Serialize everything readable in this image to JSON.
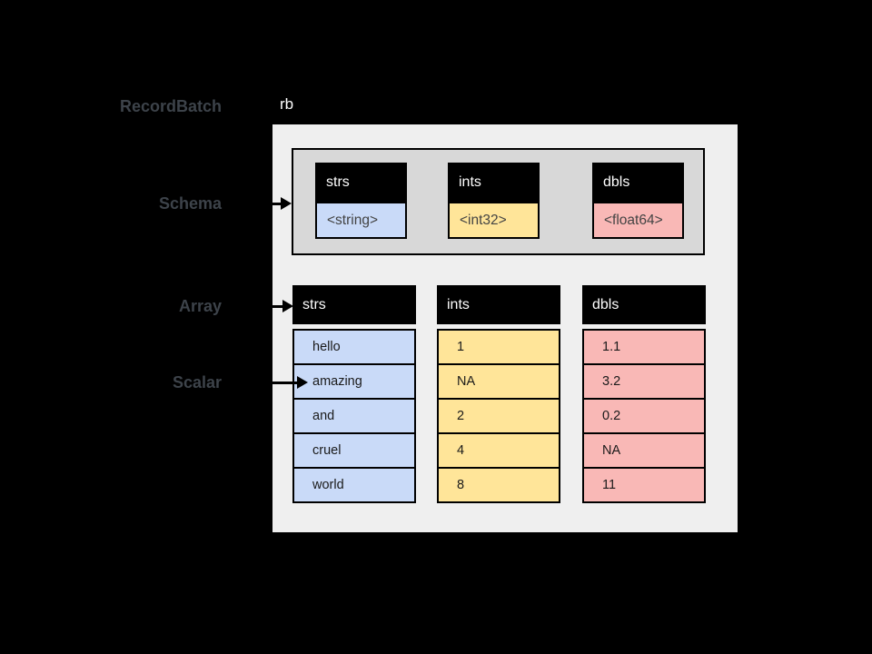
{
  "labels": {
    "record_batch": "RecordBatch",
    "schema": "Schema",
    "array": "Array",
    "scalar": "Scalar"
  },
  "variable_name": "rb",
  "colors": {
    "background": "#000000",
    "panel_bg": "#efefef",
    "schema_bg": "#d8d8d8",
    "header_bg": "#000000",
    "header_text": "#ffffff",
    "label_text": "#3d434a",
    "string_fill": "#c9daf8",
    "int_fill": "#ffe599",
    "double_fill": "#f9b8b6"
  },
  "schema": {
    "fields": [
      {
        "name": "strs",
        "type": "<string>",
        "fill": "#c9daf8"
      },
      {
        "name": "ints",
        "type": "<int32>",
        "fill": "#ffe599"
      },
      {
        "name": "dbls",
        "type": "<float64>",
        "fill": "#f9b8b6"
      }
    ]
  },
  "arrays": [
    {
      "name": "strs",
      "fill": "#c9daf8",
      "values": [
        "hello",
        "amazing",
        "and",
        "cruel",
        "world"
      ]
    },
    {
      "name": "ints",
      "fill": "#ffe599",
      "values": [
        "1",
        "NA",
        "2",
        "4",
        "8"
      ]
    },
    {
      "name": "dbls",
      "fill": "#f9b8b6",
      "values": [
        "1.1",
        "3.2",
        "0.2",
        "NA",
        "11"
      ]
    }
  ]
}
